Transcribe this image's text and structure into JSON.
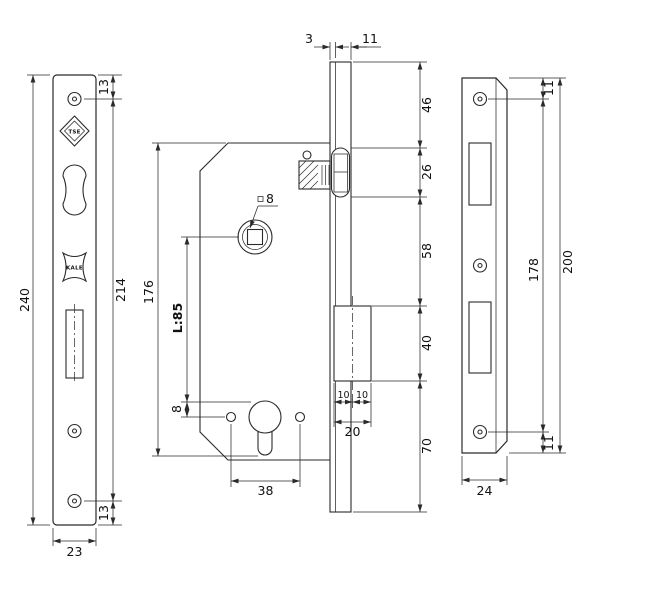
{
  "faceplate": {
    "d_total": "240",
    "d_inner": "214",
    "d_top": "13",
    "d_bottom": "13",
    "d_width": "23",
    "logo_top": "TSE",
    "logo_mid": "KALE"
  },
  "body": {
    "d_face_plate": "3",
    "d_forend_width": "11",
    "d_top": "46",
    "d_latch": "26",
    "d_mid": "58",
    "d_bolt": "40",
    "d_bottom": "70",
    "d_case_height": "176",
    "d_centre_distance": "L:85",
    "d_offset": "8",
    "d_follower_square": "8",
    "d_screw_distance": "38",
    "d_bolt_width": "20",
    "d_half_left": "10",
    "d_half_right": "10"
  },
  "strike": {
    "d_total": "200",
    "d_screw_distance": "178",
    "d_top": "11",
    "d_bottom": "11",
    "d_width": "24"
  }
}
